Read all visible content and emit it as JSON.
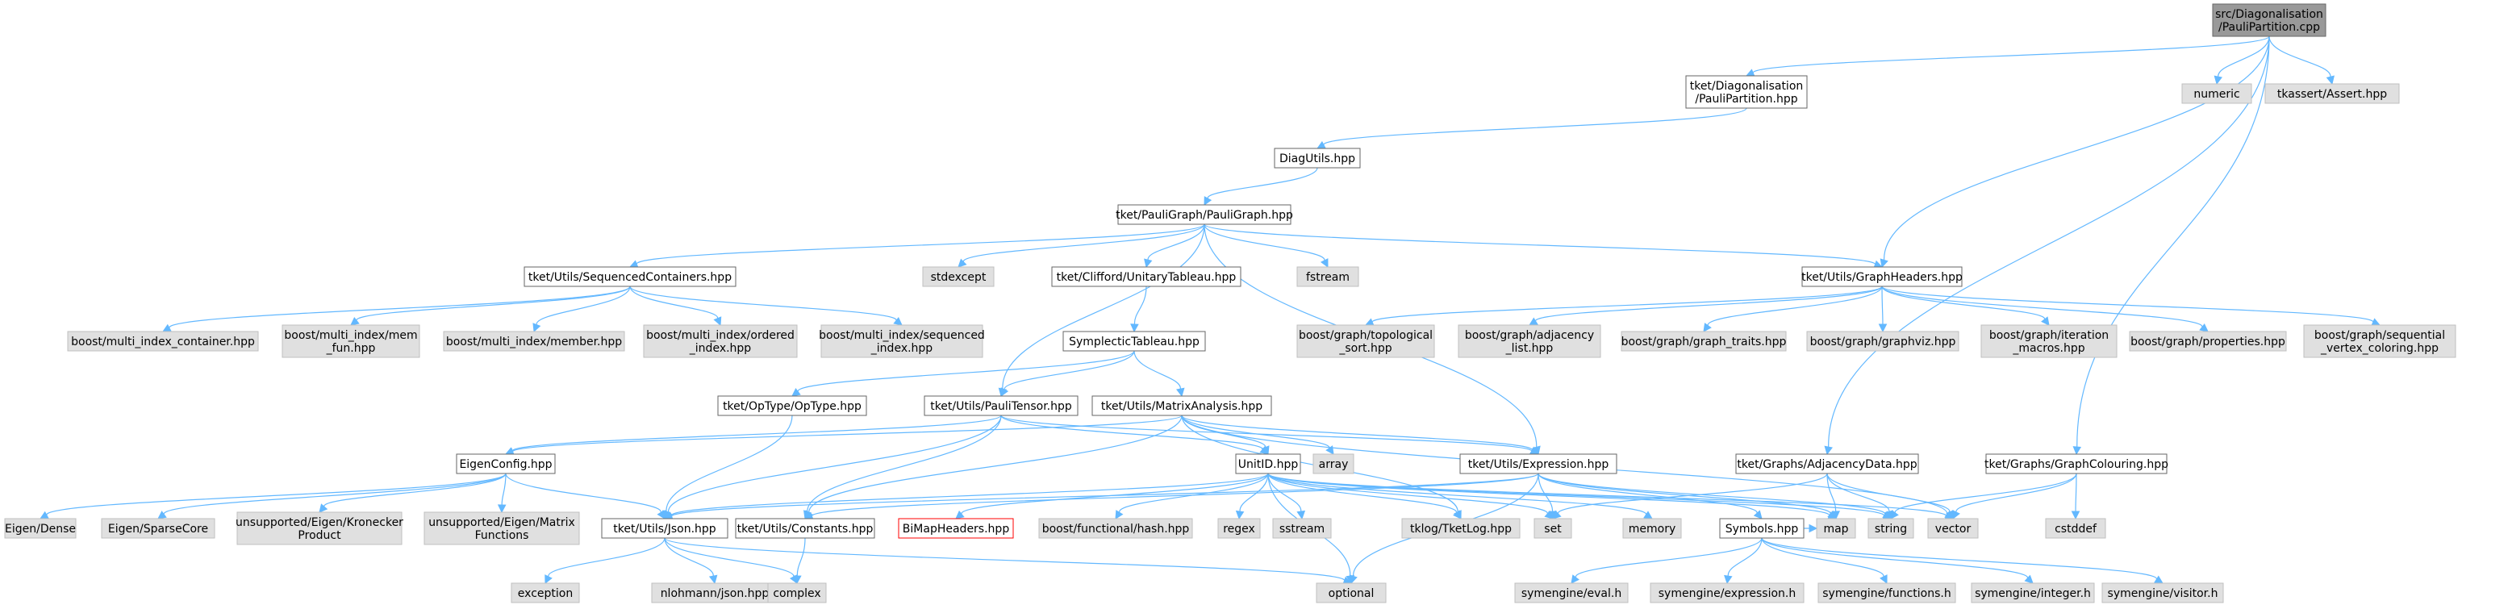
{
  "colors": {
    "root_fill": "#999999",
    "root_stroke": "#666666",
    "internal_fill": "#ffffff",
    "internal_stroke": "#666666",
    "external_fill": "#e0e0e0",
    "external_stroke": "#bfbfbf",
    "missing_fill": "#ffffff",
    "missing_stroke": "#ff0000",
    "edge": "#63b8ff",
    "text": "#000000"
  },
  "nodes": [
    {
      "id": "root",
      "kind": "root",
      "lines": [
        "src/Diagonalisation",
        "/PauliPartition.cpp"
      ]
    },
    {
      "id": "pp_hpp",
      "kind": "internal",
      "lines": [
        "tket/Diagonalisation",
        "/PauliPartition.hpp"
      ]
    },
    {
      "id": "numeric",
      "kind": "external",
      "lines": [
        "numeric"
      ]
    },
    {
      "id": "tkassert",
      "kind": "external",
      "lines": [
        "tkassert/Assert.hpp"
      ]
    },
    {
      "id": "diagutils",
      "kind": "internal",
      "lines": [
        "DiagUtils.hpp"
      ]
    },
    {
      "id": "pauligraph",
      "kind": "internal",
      "lines": [
        "tket/PauliGraph/PauliGraph.hpp"
      ]
    },
    {
      "id": "seqcont",
      "kind": "internal",
      "lines": [
        "tket/Utils/SequencedContainers.hpp"
      ]
    },
    {
      "id": "stdexcept",
      "kind": "external",
      "lines": [
        "stdexcept"
      ]
    },
    {
      "id": "unitarytab",
      "kind": "internal",
      "lines": [
        "tket/Clifford/UnitaryTableau.hpp"
      ]
    },
    {
      "id": "fstream",
      "kind": "external",
      "lines": [
        "fstream"
      ]
    },
    {
      "id": "graphheaders",
      "kind": "internal",
      "lines": [
        "tket/Utils/GraphHeaders.hpp"
      ]
    },
    {
      "id": "mi_container",
      "kind": "external",
      "lines": [
        "boost/multi_index_container.hpp"
      ]
    },
    {
      "id": "mi_memfun",
      "kind": "external",
      "lines": [
        "boost/multi_index/mem",
        "_fun.hpp"
      ]
    },
    {
      "id": "mi_member",
      "kind": "external",
      "lines": [
        "boost/multi_index/member.hpp"
      ]
    },
    {
      "id": "mi_ordered",
      "kind": "external",
      "lines": [
        "boost/multi_index/ordered",
        "_index.hpp"
      ]
    },
    {
      "id": "mi_sequenced",
      "kind": "external",
      "lines": [
        "boost/multi_index/sequenced",
        "_index.hpp"
      ]
    },
    {
      "id": "symtab",
      "kind": "internal",
      "lines": [
        "SymplecticTableau.hpp"
      ]
    },
    {
      "id": "bg_topo",
      "kind": "external",
      "lines": [
        "boost/graph/topological",
        "_sort.hpp"
      ]
    },
    {
      "id": "bg_adj",
      "kind": "external",
      "lines": [
        "boost/graph/adjacency",
        "_list.hpp"
      ]
    },
    {
      "id": "bg_traits",
      "kind": "external",
      "lines": [
        "boost/graph/graph_traits.hpp"
      ]
    },
    {
      "id": "bg_viz",
      "kind": "external",
      "lines": [
        "boost/graph/graphviz.hpp"
      ]
    },
    {
      "id": "bg_iter",
      "kind": "external",
      "lines": [
        "boost/graph/iteration",
        "_macros.hpp"
      ]
    },
    {
      "id": "bg_props",
      "kind": "external",
      "lines": [
        "boost/graph/properties.hpp"
      ]
    },
    {
      "id": "bg_seq",
      "kind": "external",
      "lines": [
        "boost/graph/sequential",
        "_vertex_coloring.hpp"
      ]
    },
    {
      "id": "optype",
      "kind": "internal",
      "lines": [
        "tket/OpType/OpType.hpp"
      ]
    },
    {
      "id": "paulitensor",
      "kind": "internal",
      "lines": [
        "tket/Utils/PauliTensor.hpp"
      ]
    },
    {
      "id": "matrixanal",
      "kind": "internal",
      "lines": [
        "tket/Utils/MatrixAnalysis.hpp"
      ]
    },
    {
      "id": "eigenconfig",
      "kind": "internal",
      "lines": [
        "EigenConfig.hpp"
      ]
    },
    {
      "id": "unitid",
      "kind": "internal",
      "lines": [
        "UnitID.hpp"
      ]
    },
    {
      "id": "array",
      "kind": "external",
      "lines": [
        "array"
      ]
    },
    {
      "id": "expression",
      "kind": "internal",
      "lines": [
        "tket/Utils/Expression.hpp"
      ]
    },
    {
      "id": "adjdata",
      "kind": "internal",
      "lines": [
        "tket/Graphs/AdjacencyData.hpp"
      ]
    },
    {
      "id": "graphcolour",
      "kind": "internal",
      "lines": [
        "tket/Graphs/GraphColouring.hpp"
      ]
    },
    {
      "id": "eigen_dense",
      "kind": "external",
      "lines": [
        "Eigen/Dense"
      ]
    },
    {
      "id": "eigen_sparse",
      "kind": "external",
      "lines": [
        "Eigen/SparseCore"
      ]
    },
    {
      "id": "eigen_kron",
      "kind": "external",
      "lines": [
        "unsupported/Eigen/Kronecker",
        "Product"
      ]
    },
    {
      "id": "eigen_matfn",
      "kind": "external",
      "lines": [
        "unsupported/Eigen/Matrix",
        "Functions"
      ]
    },
    {
      "id": "json",
      "kind": "internal",
      "lines": [
        "tket/Utils/Json.hpp"
      ]
    },
    {
      "id": "constants",
      "kind": "internal",
      "lines": [
        "tket/Utils/Constants.hpp"
      ]
    },
    {
      "id": "bimap",
      "kind": "missing",
      "lines": [
        "BiMapHeaders.hpp"
      ]
    },
    {
      "id": "boost_hash",
      "kind": "external",
      "lines": [
        "boost/functional/hash.hpp"
      ]
    },
    {
      "id": "regex",
      "kind": "external",
      "lines": [
        "regex"
      ]
    },
    {
      "id": "sstream",
      "kind": "external",
      "lines": [
        "sstream"
      ]
    },
    {
      "id": "tklog",
      "kind": "external",
      "lines": [
        "tklog/TketLog.hpp"
      ]
    },
    {
      "id": "set",
      "kind": "external",
      "lines": [
        "set"
      ]
    },
    {
      "id": "memory",
      "kind": "external",
      "lines": [
        "memory"
      ]
    },
    {
      "id": "symbols",
      "kind": "internal",
      "lines": [
        "Symbols.hpp"
      ]
    },
    {
      "id": "map",
      "kind": "external",
      "lines": [
        "map"
      ]
    },
    {
      "id": "string",
      "kind": "external",
      "lines": [
        "string"
      ]
    },
    {
      "id": "vector",
      "kind": "external",
      "lines": [
        "vector"
      ]
    },
    {
      "id": "cstddef",
      "kind": "external",
      "lines": [
        "cstddef"
      ]
    },
    {
      "id": "exception",
      "kind": "external",
      "lines": [
        "exception"
      ]
    },
    {
      "id": "nlohmann",
      "kind": "external",
      "lines": [
        "nlohmann/json.hpp"
      ]
    },
    {
      "id": "complex",
      "kind": "external",
      "lines": [
        "complex"
      ]
    },
    {
      "id": "optional",
      "kind": "external",
      "lines": [
        "optional"
      ]
    },
    {
      "id": "se_eval",
      "kind": "external",
      "lines": [
        "symengine/eval.h"
      ]
    },
    {
      "id": "se_expr",
      "kind": "external",
      "lines": [
        "symengine/expression.h"
      ]
    },
    {
      "id": "se_func",
      "kind": "external",
      "lines": [
        "symengine/functions.h"
      ]
    },
    {
      "id": "se_int",
      "kind": "external",
      "lines": [
        "symengine/integer.h"
      ]
    },
    {
      "id": "se_visit",
      "kind": "external",
      "lines": [
        "symengine/visitor.h"
      ]
    }
  ],
  "edges": [
    [
      "root",
      "pp_hpp"
    ],
    [
      "root",
      "numeric"
    ],
    [
      "root",
      "tkassert"
    ],
    [
      "root",
      "graphheaders"
    ],
    [
      "root",
      "adjdata"
    ],
    [
      "root",
      "graphcolour"
    ],
    [
      "pp_hpp",
      "diagutils"
    ],
    [
      "diagutils",
      "pauligraph"
    ],
    [
      "pauligraph",
      "seqcont"
    ],
    [
      "pauligraph",
      "stdexcept"
    ],
    [
      "pauligraph",
      "unitarytab"
    ],
    [
      "pauligraph",
      "fstream"
    ],
    [
      "pauligraph",
      "graphheaders"
    ],
    [
      "pauligraph",
      "paulitensor"
    ],
    [
      "pauligraph",
      "expression"
    ],
    [
      "seqcont",
      "mi_container"
    ],
    [
      "seqcont",
      "mi_memfun"
    ],
    [
      "seqcont",
      "mi_member"
    ],
    [
      "seqcont",
      "mi_ordered"
    ],
    [
      "seqcont",
      "mi_sequenced"
    ],
    [
      "graphheaders",
      "bg_topo"
    ],
    [
      "graphheaders",
      "bg_adj"
    ],
    [
      "graphheaders",
      "bg_traits"
    ],
    [
      "graphheaders",
      "bg_viz"
    ],
    [
      "graphheaders",
      "bg_iter"
    ],
    [
      "graphheaders",
      "bg_props"
    ],
    [
      "graphheaders",
      "bg_seq"
    ],
    [
      "unitarytab",
      "symtab"
    ],
    [
      "symtab",
      "optype"
    ],
    [
      "symtab",
      "paulitensor"
    ],
    [
      "symtab",
      "matrixanal"
    ],
    [
      "optype",
      "json"
    ],
    [
      "paulitensor",
      "eigenconfig"
    ],
    [
      "paulitensor",
      "unitid"
    ],
    [
      "paulitensor",
      "expression"
    ],
    [
      "paulitensor",
      "json"
    ],
    [
      "paulitensor",
      "constants"
    ],
    [
      "matrixanal",
      "eigenconfig"
    ],
    [
      "matrixanal",
      "unitid"
    ],
    [
      "matrixanal",
      "array"
    ],
    [
      "matrixanal",
      "expression"
    ],
    [
      "matrixanal",
      "constants"
    ],
    [
      "matrixanal",
      "tklog"
    ],
    [
      "matrixanal",
      "vector"
    ],
    [
      "eigenconfig",
      "eigen_dense"
    ],
    [
      "eigenconfig",
      "eigen_sparse"
    ],
    [
      "eigenconfig",
      "eigen_kron"
    ],
    [
      "eigenconfig",
      "eigen_matfn"
    ],
    [
      "eigenconfig",
      "json"
    ],
    [
      "unitid",
      "json"
    ],
    [
      "unitid",
      "bimap"
    ],
    [
      "unitid",
      "boost_hash"
    ],
    [
      "unitid",
      "regex"
    ],
    [
      "unitid",
      "sstream"
    ],
    [
      "unitid",
      "tklog"
    ],
    [
      "unitid",
      "optional"
    ],
    [
      "unitid",
      "set"
    ],
    [
      "unitid",
      "memory"
    ],
    [
      "unitid",
      "map"
    ],
    [
      "unitid",
      "string"
    ],
    [
      "unitid",
      "vector"
    ],
    [
      "expression",
      "json"
    ],
    [
      "expression",
      "constants"
    ],
    [
      "expression",
      "symbols"
    ],
    [
      "expression",
      "set"
    ],
    [
      "expression",
      "map"
    ],
    [
      "expression",
      "string"
    ],
    [
      "expression",
      "optional"
    ],
    [
      "adjdata",
      "set"
    ],
    [
      "adjdata",
      "map"
    ],
    [
      "adjdata",
      "string"
    ],
    [
      "adjdata",
      "vector"
    ],
    [
      "graphcolour",
      "string"
    ],
    [
      "graphcolour",
      "vector"
    ],
    [
      "graphcolour",
      "cstddef"
    ],
    [
      "json",
      "exception"
    ],
    [
      "json",
      "nlohmann"
    ],
    [
      "json",
      "complex"
    ],
    [
      "json",
      "optional"
    ],
    [
      "constants",
      "complex"
    ],
    [
      "symbols",
      "se_eval"
    ],
    [
      "symbols",
      "se_expr"
    ],
    [
      "symbols",
      "se_func"
    ],
    [
      "symbols",
      "se_int"
    ],
    [
      "symbols",
      "se_visit"
    ],
    [
      "symbols",
      "map"
    ]
  ]
}
